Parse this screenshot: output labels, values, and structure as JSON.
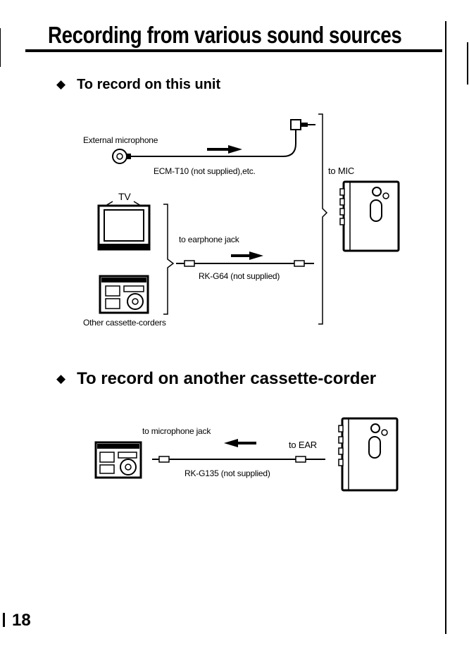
{
  "page": {
    "title": "Recording from various sound sources",
    "page_number": "18"
  },
  "section1": {
    "heading": "To record on this unit",
    "external_microphone": "External microphone",
    "mic_cable": "ECM-T10 (not supplied),etc.",
    "tv": "TV",
    "to_earphone_jack": "to earphone jack",
    "earphone_cable": "RK-G64 (not supplied)",
    "other_cassette_corders": "Other cassette-corders",
    "to_mic": "to MIC"
  },
  "section2": {
    "heading": "To record on another cassette-corder",
    "to_microphone_jack": "to microphone jack",
    "to_ear": "to EAR",
    "cable": "RK-G135 (not supplied)"
  }
}
